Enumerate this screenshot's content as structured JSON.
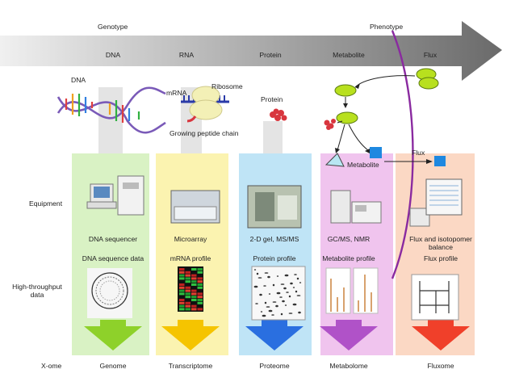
{
  "top": {
    "genotype": "Genotype",
    "phenotype": "Phenotype"
  },
  "arrow_levels": [
    "DNA",
    "RNA",
    "Protein",
    "Metabolite",
    "Flux"
  ],
  "molecules": {
    "dna": "DNA",
    "mrna": "mRNA",
    "ribosome": "Ribosome",
    "peptide": "Growing peptide chain",
    "protein": "Protein",
    "metabolite": "Metabolite",
    "flux": "Flux"
  },
  "rows": {
    "equipment": "Equipment",
    "data": "High-throughput\ndata",
    "xome": "X-ome"
  },
  "columns": [
    {
      "id": "genome",
      "equipment": "DNA sequencer",
      "data": "DNA sequence data",
      "xome": "Genome",
      "bg": "#d9f2c4",
      "arrow": "#8ed12a"
    },
    {
      "id": "transcriptome",
      "equipment": "Microarray",
      "data": "mRNA profile",
      "xome": "Transcriptome",
      "bg": "#fbf3b0",
      "arrow": "#f5c400"
    },
    {
      "id": "proteome",
      "equipment": "2-D gel, MS/MS",
      "data": "Protein profile",
      "xome": "Proteome",
      "bg": "#bfe4f6",
      "arrow": "#2a6fe0"
    },
    {
      "id": "metabolome",
      "equipment": "GC/MS, NMR",
      "data": "Metabolite profile",
      "xome": "Metabolome",
      "bg": "#f0c4ee",
      "arrow": "#b052c8"
    },
    {
      "id": "fluxome",
      "equipment": "Flux and isotopomer\nbalance",
      "data": "Flux profile",
      "xome": "Fluxome",
      "bg": "#fbd8c4",
      "arrow": "#f0402a"
    }
  ],
  "colors": {
    "arrow_dark": "#6a6a6a",
    "arrow_light": "#f0f0f0",
    "phenotype_curve": "#8a2aa0",
    "metabolite_green": "#b8e01e",
    "square_blue": "#1e88e0",
    "triangle": "#b8e6f2",
    "protein_red": "#d8363e"
  }
}
